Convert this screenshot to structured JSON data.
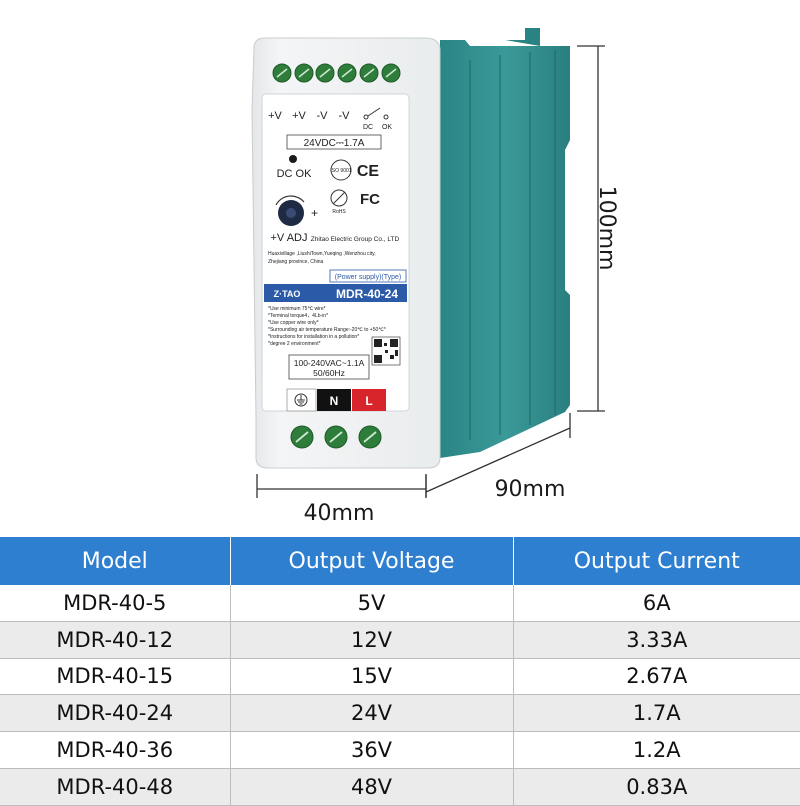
{
  "dimensions": {
    "height": "100mm",
    "depth": "90mm",
    "width": "40mm"
  },
  "device": {
    "terminal_top_labels": [
      "+V",
      "+V",
      "-V",
      "-V"
    ],
    "switch_labels": [
      "DC",
      "OK"
    ],
    "output_rating": "24VDC⎓1.7A",
    "led_label": "DC OK",
    "adj_label": "+V ADJ",
    "adj_plus": "+",
    "manufacturer": "Zhitao Electric Group Co., LTD",
    "address_line1": "Huaxivillage ,LiushiTown,Yueqing ,Wenzhou city,",
    "address_line2": "Zhejiang province, China",
    "type_label": "(Power supply)(Type)",
    "brand": "Z·TAO",
    "model": "MDR-40-24",
    "notes": [
      "*Use minimum 75℃ wire*",
      "*Terminal torque4，4Lb-in*",
      "*Use copper wire only*",
      "*Surrounding air temperature Range:-20℃ to +50℃*",
      "*Instructions for installation in a pollution*",
      "*degree 2 environment*"
    ],
    "input_rating_1": "100-240VAC~1.1A",
    "input_rating_2": "50/60Hz",
    "terminal_N": "N",
    "terminal_L": "L",
    "cert_ce": "CE",
    "cert_fc": "FC",
    "cert_iso": "ISO 9001",
    "cert_rohs": "RoHS"
  },
  "table": {
    "headers": [
      "Model",
      "Output Voltage",
      "Output Current"
    ],
    "rows": [
      [
        "MDR-40-5",
        "5V",
        "6A"
      ],
      [
        "MDR-40-12",
        "12V",
        "3.33A"
      ],
      [
        "MDR-40-15",
        "15V",
        "2.67A"
      ],
      [
        "MDR-40-24",
        "24V",
        "1.7A"
      ],
      [
        "MDR-40-36",
        "36V",
        "1.2A"
      ],
      [
        "MDR-40-48",
        "48V",
        "0.83A"
      ]
    ]
  },
  "colors": {
    "header_blue": "#2f7fd0",
    "housing_teal": "#2f8c8c",
    "terminal_green": "#2e7d3a",
    "terminal_red": "#d8242b"
  }
}
